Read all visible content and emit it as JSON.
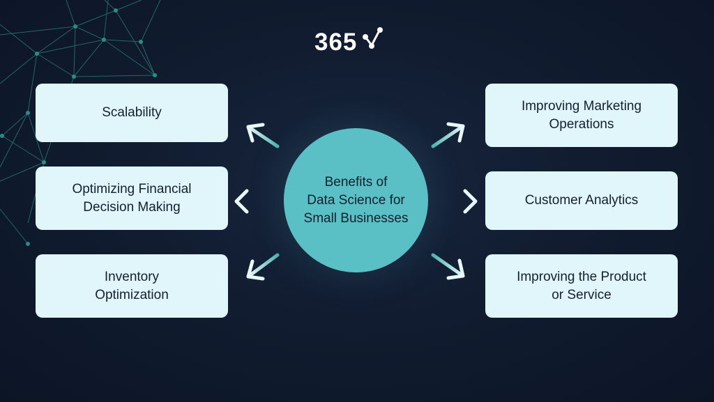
{
  "logo": {
    "text": "365"
  },
  "center": {
    "line1": "Benefits of",
    "line2": "Data Science for",
    "line3": "Small Businesses"
  },
  "left": [
    {
      "line1": "Scalability",
      "line2": ""
    },
    {
      "line1": "Optimizing Financial",
      "line2": "Decision Making"
    },
    {
      "line1": "Inventory",
      "line2": "Optimization"
    }
  ],
  "right": [
    {
      "line1": "Improving Marketing",
      "line2": "Operations"
    },
    {
      "line1": "Customer Analytics",
      "line2": ""
    },
    {
      "line1": "Improving the Product",
      "line2": "or Service"
    }
  ],
  "colors": {
    "background": "#0f1a2e",
    "box": "#e1f6fb",
    "circle": "#5bbfc6",
    "accent": "#2f8a8a"
  }
}
